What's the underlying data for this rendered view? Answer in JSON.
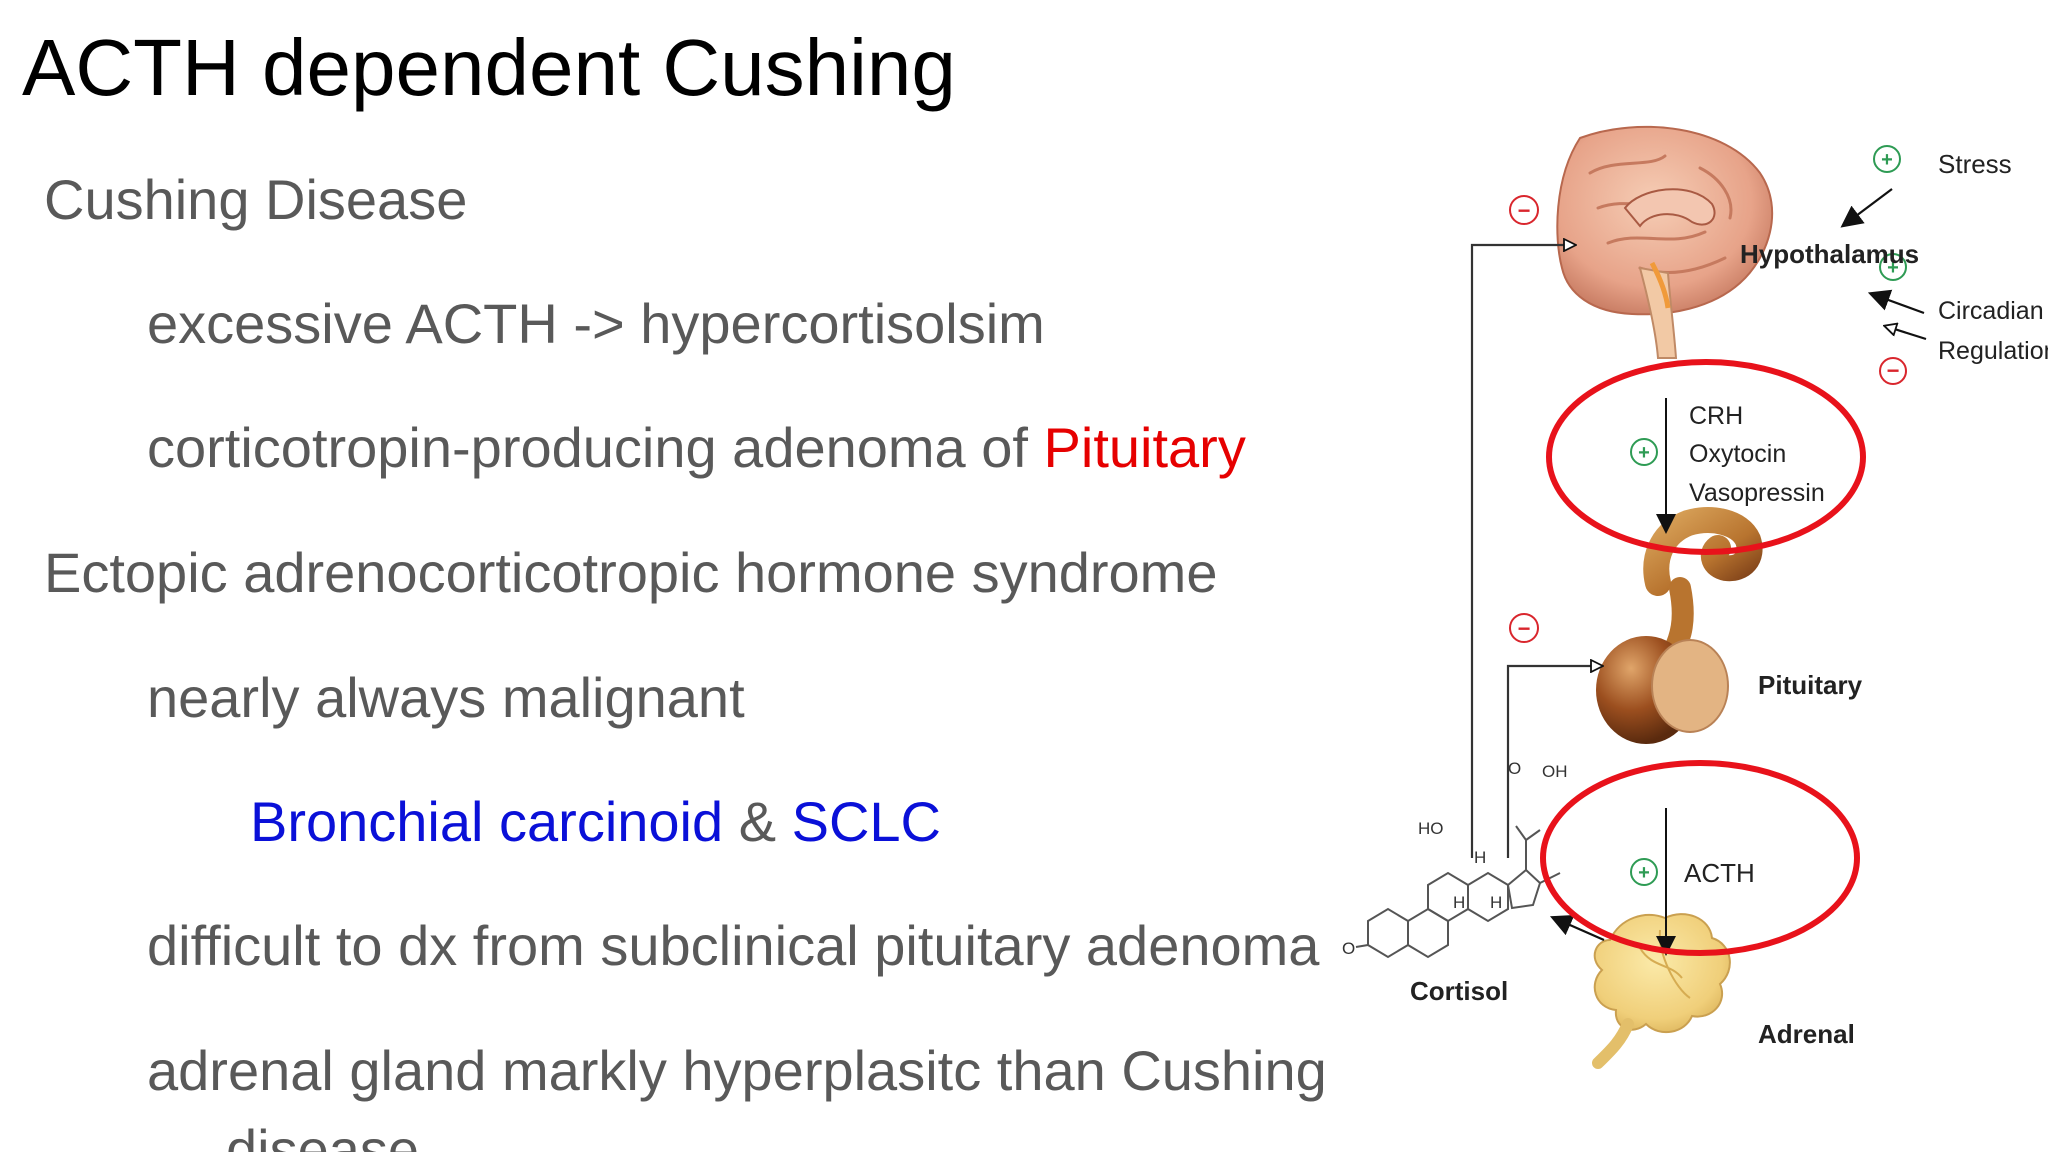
{
  "slide": {
    "title": "ACTH dependent Cushing",
    "bullets": {
      "b1": "Cushing Disease",
      "b2": "excessive ACTH -> hypercortisolsim",
      "b3_prefix": "corticotropin-producing adenoma of ",
      "b3_highlight": "Pituitary",
      "b4": "Ectopic adrenocorticotropic hormone syndrome",
      "b5": "nearly always malignant",
      "b6_part1": "Bronchial carcinoid",
      "b6_sep": " & ",
      "b6_part2": "SCLC",
      "b7": "difficult to dx from subclinical pituitary adenoma",
      "b8_line1": "adrenal gland markly hyperplasitc than Cushing",
      "b8_line2": "disease"
    },
    "colors": {
      "highlight_red": "#e60000",
      "highlight_blue": "#0a10d8",
      "annotation_circle": "#e8121b"
    }
  },
  "diagram": {
    "labels": {
      "stress": "Stress",
      "hypothalamus": "Hypothalamus",
      "circadian": "Circadian",
      "regulation": "Regulation",
      "crh": "CRH",
      "oxytocin": "Oxytocin",
      "vasopressin": "Vasopressin",
      "pituitary": "Pituitary",
      "acth": "ACTH",
      "cortisol": "Cortisol",
      "adrenal": "Adrenal",
      "mol_ho": "HO",
      "mol_oh": "OH",
      "mol_o_top": "O",
      "mol_o_left": "O",
      "mol_h1": "H",
      "mol_h2": "H",
      "mol_h3": "H"
    },
    "signs": {
      "plus": "+",
      "minus": "−"
    }
  }
}
